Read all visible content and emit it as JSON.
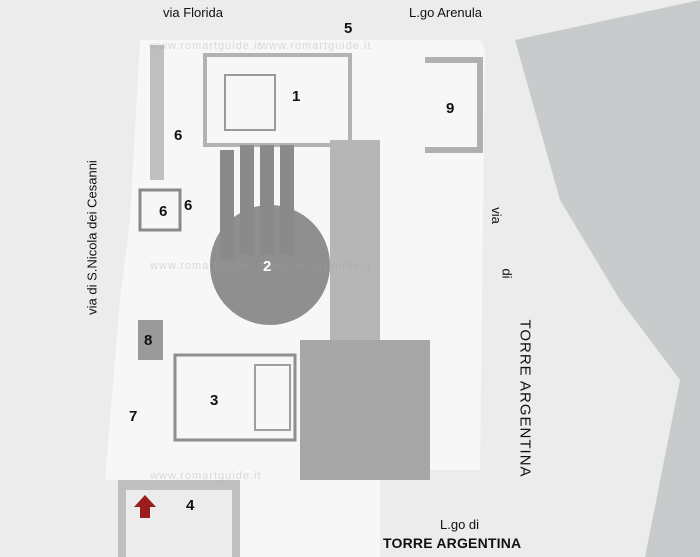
{
  "streets": {
    "north_left": "via Florida",
    "north_right": "L.go Arenula",
    "west": "via di S.Nicola dei Cesanni",
    "east_via": "via",
    "east_di": "di",
    "east_torre": "TORRE ARGENTINA",
    "south_lgo": "L.go di",
    "south_torre": "TORRE ARGENTINA"
  },
  "labels": {
    "n1": "1",
    "n2": "2",
    "n3": "3",
    "n4": "4",
    "n5": "5",
    "n6a": "6",
    "n6b": "6",
    "n6c": "6",
    "n7": "7",
    "n8": "8",
    "n9": "9"
  },
  "watermark": "www.romartguide.it",
  "colors": {
    "background": "#ececec",
    "site": "#f7f7f7",
    "building": "#c7cbcc",
    "ruins": "#a3a3a3",
    "entrance_arrow": "#9b1c1c"
  },
  "icons": {
    "entrance": "entrance-arrow-icon"
  }
}
